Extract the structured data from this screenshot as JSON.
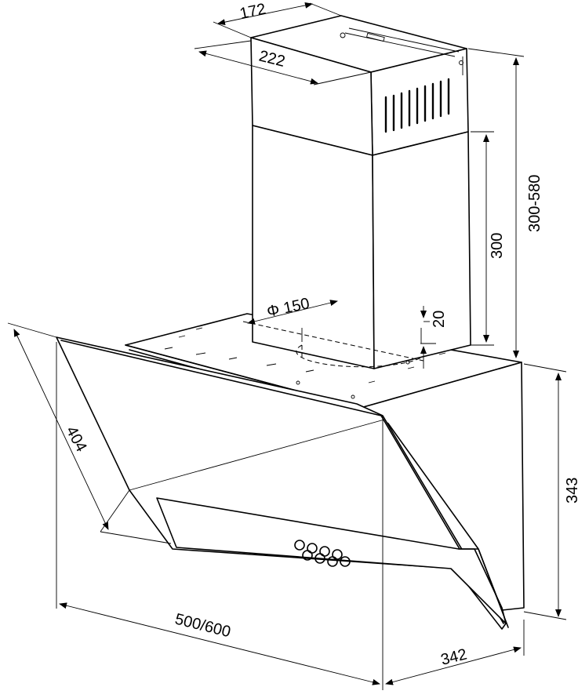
{
  "diagram": {
    "dimensions": {
      "chimney_depth": "172",
      "chimney_width": "222",
      "upper_chimney_height": "300-580",
      "lower_chimney_height": "300",
      "duct_diameter": "Φ 150",
      "collar_height": "20",
      "glass_panel_length": "404",
      "hood_height": "343",
      "hood_width": "500/600",
      "hood_depth": "342"
    }
  }
}
